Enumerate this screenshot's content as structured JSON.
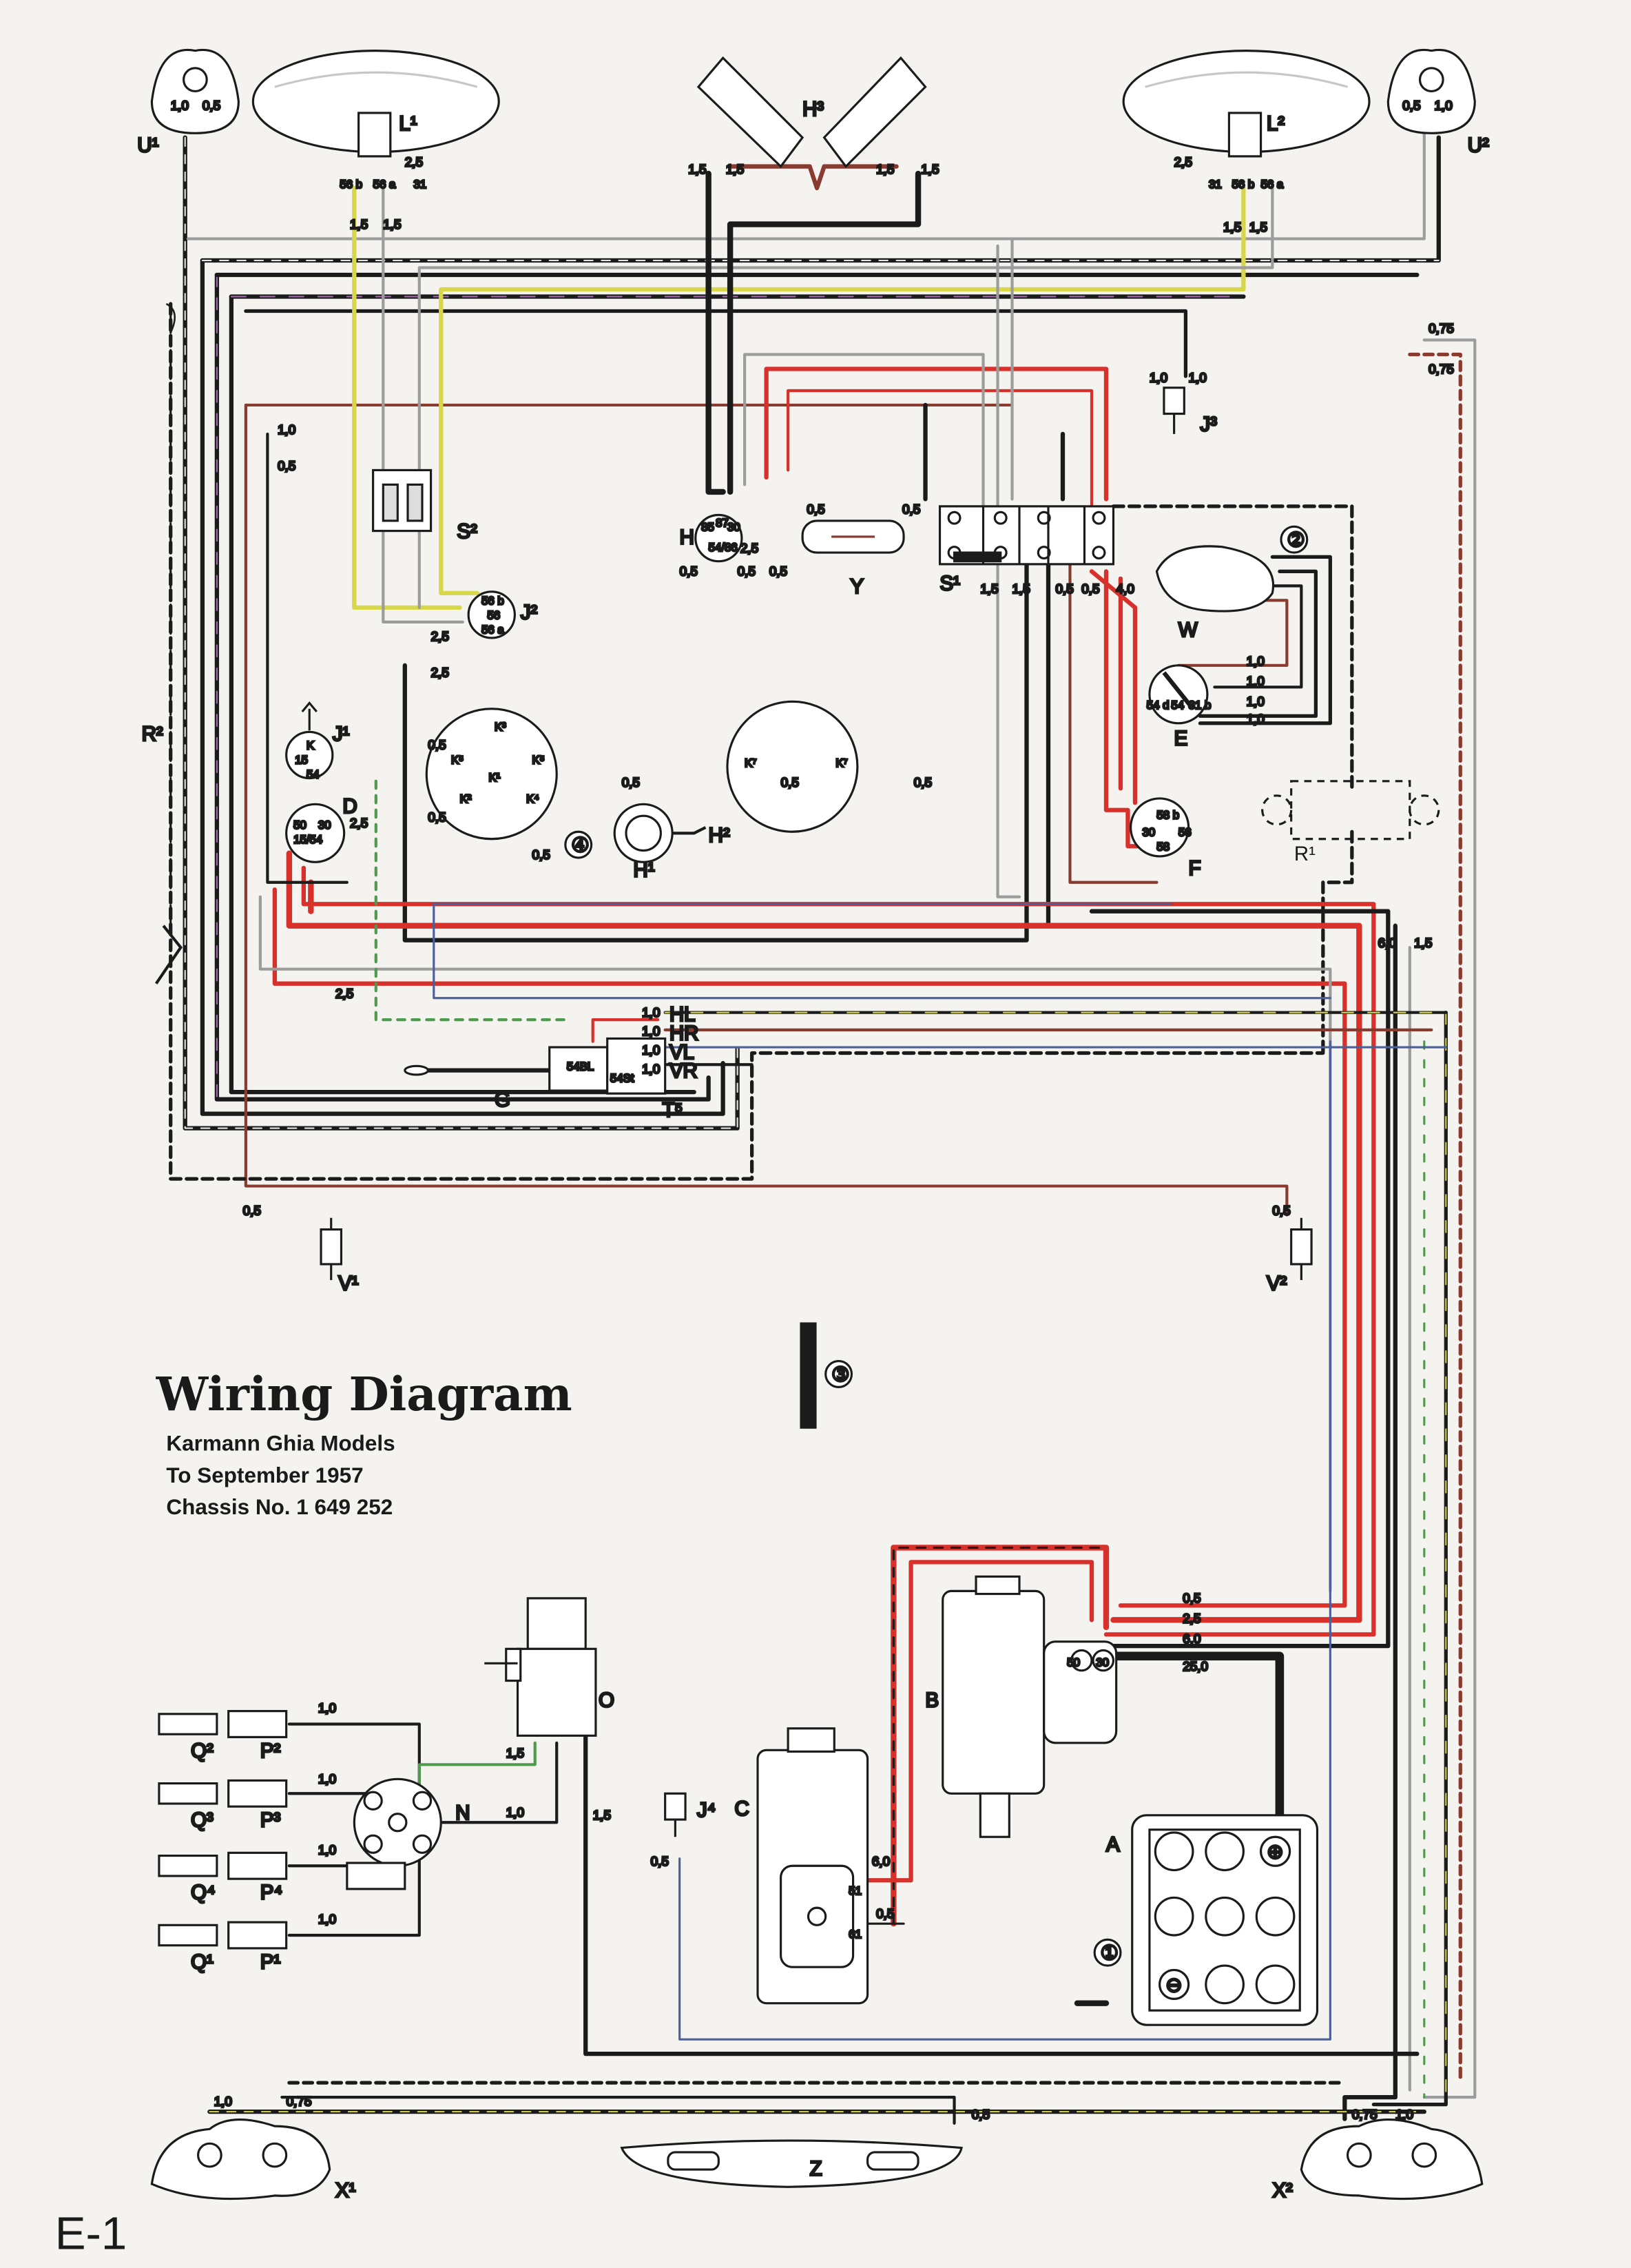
{
  "title": "Wiring Diagram",
  "subtitle_lines": [
    "Karmann Ghia Models",
    "To September 1957",
    "Chassis No. 1 649 252"
  ],
  "page_number": "E-1",
  "markers": [
    "①",
    "②",
    "③",
    "④"
  ],
  "components": {
    "U1": "U¹",
    "U2": "U²",
    "L1": "L¹",
    "L2": "L²",
    "H3": "H³",
    "J3": "J³",
    "S2": "S²",
    "J2": "J²",
    "H": "H",
    "Y": "Y",
    "S1": "S¹",
    "W": "W",
    "E": "E",
    "R2": "R²",
    "J1": "J¹",
    "D": "D",
    "K1": "K¹",
    "K2": "K²",
    "K3": "K³",
    "K4": "K⁴",
    "K5": "K⁵",
    "K6": "K⁵",
    "K7a": "K⁷",
    "K7b": "K⁷",
    "H1": "H¹",
    "H2": "H²",
    "F": "F",
    "R1": "R¹",
    "G": "G",
    "T5": "T⁵",
    "HL": "HL",
    "HR": "HR",
    "VL": "VL",
    "VR": "VR",
    "V1": "V¹",
    "V2": "V²",
    "O": "O",
    "N": "N",
    "Q1": "Q¹",
    "Q2": "Q²",
    "Q3": "Q³",
    "Q4": "Q⁴",
    "P1": "P¹",
    "P2": "P²",
    "P3": "P³",
    "P4": "P⁴",
    "J4": "J⁴",
    "C": "C",
    "B": "B",
    "A": "A",
    "X1": "X¹",
    "X2": "X²",
    "Z": "Z",
    "K": "K"
  },
  "terminals": {
    "t56b": "56 b",
    "t56a": "56 a",
    "t31": "31",
    "t56": "56",
    "t15": "15",
    "t54": "54",
    "t50": "50",
    "t30": "30",
    "t1554": "15/54",
    "t54d": "54 d",
    "t31b": "31 b",
    "t58b": "58 b",
    "t58": "58",
    "t54BL": "54BL",
    "t54St": "54St",
    "t51": "51",
    "t61": "61",
    "t87": "87",
    "t54_86": "54/86",
    "t85": "85"
  },
  "wire_gauges": {
    "g05": "0,5",
    "g075": "0,75",
    "g10": "1,0",
    "g15": "1,5",
    "g25": "2,5",
    "g40": "4,0",
    "g60": "6,0",
    "g250": "25,0"
  },
  "colors": {
    "black": "#1b1b1b",
    "red": "#d8302b",
    "brown": "#8a3b30",
    "grey": "#9c9c9c",
    "yellow": "#d8d64a",
    "green": "#4f9a4d",
    "blue": "#4b5f9a",
    "violet": "#a86bb0",
    "white": "#eaeaea",
    "paper": "#f4f3ef"
  }
}
